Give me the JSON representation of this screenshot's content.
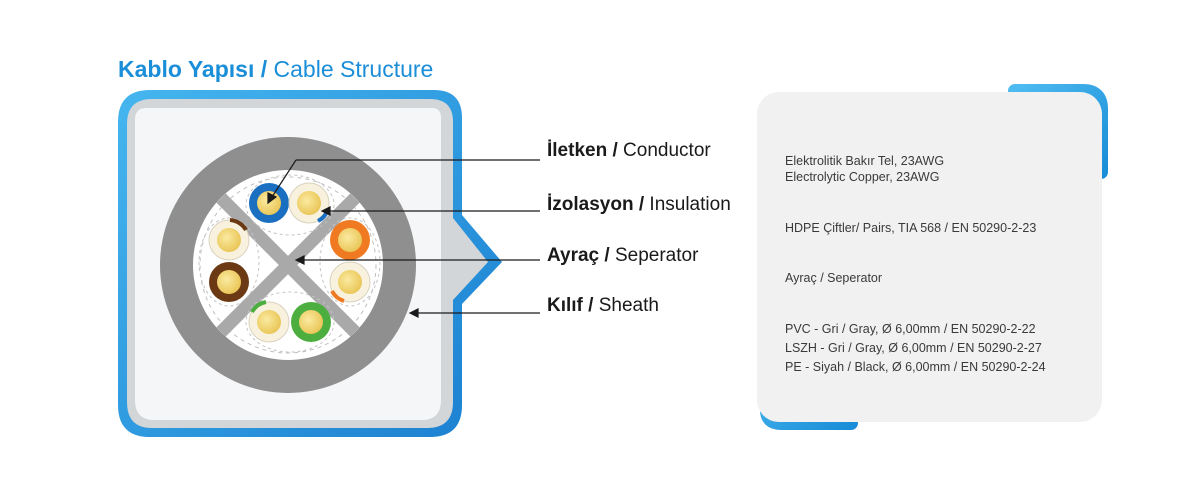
{
  "title": {
    "tr": "Kablo Yapısı",
    "separator": "/",
    "en": "Cable Structure"
  },
  "labels": [
    {
      "tr": "İletken",
      "separator": "/",
      "en": "Conductor"
    },
    {
      "tr": "İzolasyon",
      "separator": "/",
      "en": "Insulation"
    },
    {
      "tr": "Ayraç",
      "separator": "/",
      "en": "Seperator"
    },
    {
      "tr": "Kılıf",
      "separator": "/",
      "en": "Sheath"
    }
  ],
  "specs": {
    "conductor_tr": "Elektrolitik Bakır Tel, 23AWG",
    "conductor_en": "Electrolytic Copper, 23AWG",
    "pairs": "HDPE Çiftler/ Pairs, TIA 568 / EN 50290-2-23",
    "separator": "Ayraç / Seperator",
    "sheath_pvc": "PVC - Gri / Gray, Ø 6,00mm / EN 50290-2-22",
    "sheath_lszh": "LSZH - Gri / Gray, Ø 6,00mm / EN 50290-2-27",
    "sheath_pe": "PE - Siyah / Black, Ø 6,00mm / EN 50290-2-24"
  },
  "colors": {
    "accent_blue": "#1a8ed8",
    "frame_light": "#cfd3d6",
    "sheath_gray": "#8f8f8f",
    "separator_gray": "#a9a9a9",
    "copper": "#f2d36b",
    "pair_blue": "#1a6fc0",
    "pair_orange": "#f07a22",
    "pair_brown": "#6b3a14",
    "pair_green": "#4cae3f",
    "white_insulation": "#f8f1de"
  }
}
